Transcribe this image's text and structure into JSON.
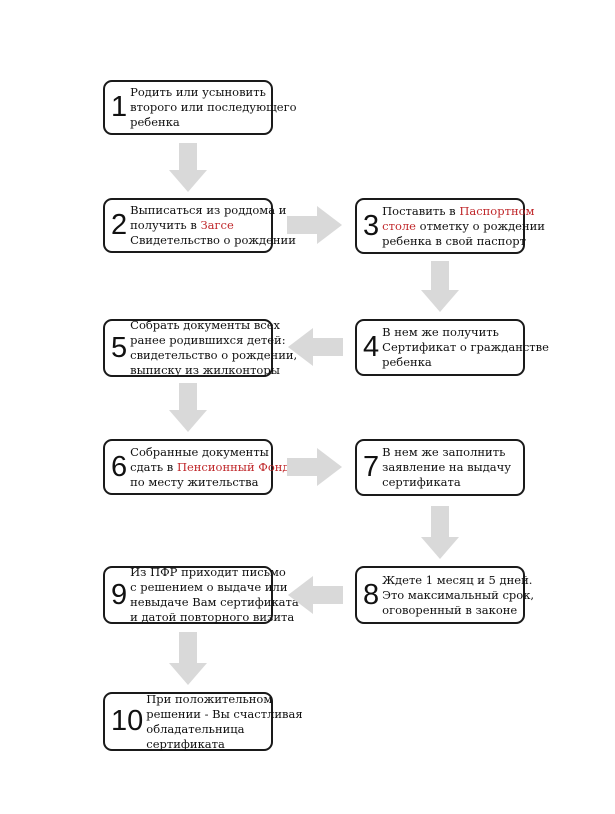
{
  "steps": [
    {
      "num": "1",
      "lines": [
        [
          {
            "t": "Родить или усыновить"
          }
        ],
        [
          {
            "t": "второго или последующего"
          }
        ],
        [
          {
            "t": "ребенка"
          }
        ]
      ]
    },
    {
      "num": "2",
      "lines": [
        [
          {
            "t": "Выписаться из роддома и"
          }
        ],
        [
          {
            "t": "получить в "
          },
          {
            "t": "Загсе",
            "hl": true
          }
        ],
        [
          {
            "t": "Свидетельство о рождении"
          }
        ]
      ]
    },
    {
      "num": "3",
      "lines": [
        [
          {
            "t": "Поставить в "
          },
          {
            "t": "Паспортном",
            "hl": true
          }
        ],
        [
          {
            "t": "столе",
            "hl": true
          },
          {
            "t": " отметку о рождении"
          }
        ],
        [
          {
            "t": "ребенка в свой паспорт"
          }
        ]
      ]
    },
    {
      "num": "4",
      "lines": [
        [
          {
            "t": "В нем же получить"
          }
        ],
        [
          {
            "t": "Сертификат о гражданстве"
          }
        ],
        [
          {
            "t": "ребенка"
          }
        ]
      ]
    },
    {
      "num": "5",
      "lines": [
        [
          {
            "t": "Собрать документы всех"
          }
        ],
        [
          {
            "t": "ранее родившихся детей:"
          }
        ],
        [
          {
            "t": "свидетельство о рождении,"
          }
        ],
        [
          {
            "t": "выписку из жилконторы"
          }
        ]
      ]
    },
    {
      "num": "6",
      "lines": [
        [
          {
            "t": "Собранные документы"
          }
        ],
        [
          {
            "t": "сдать в "
          },
          {
            "t": "Пенсионный Фонд",
            "hl": true
          }
        ],
        [
          {
            "t": "по месту жительства"
          }
        ]
      ]
    },
    {
      "num": "7",
      "lines": [
        [
          {
            "t": "В нем же заполнить"
          }
        ],
        [
          {
            "t": "заявление на выдачу"
          }
        ],
        [
          {
            "t": "сертификата"
          }
        ]
      ]
    },
    {
      "num": "8",
      "lines": [
        [
          {
            "t": "Ждете 1 месяц и 5 дней."
          }
        ],
        [
          {
            "t": "Это максимальный срок,"
          }
        ],
        [
          {
            "t": "оговоренный в законе"
          }
        ]
      ]
    },
    {
      "num": "9",
      "lines": [
        [
          {
            "t": "Из ПФР приходит письмо"
          }
        ],
        [
          {
            "t": "с решением о выдаче или"
          }
        ],
        [
          {
            "t": "невыдаче Вам сертификата"
          }
        ],
        [
          {
            "t": "и датой повторного визита"
          }
        ]
      ]
    },
    {
      "num": "10",
      "lines": [
        [
          {
            "t": "При положительном"
          }
        ],
        [
          {
            "t": "решении - Вы счастливая"
          }
        ],
        [
          {
            "t": "обладательница"
          }
        ],
        [
          {
            "t": "сертификата"
          }
        ]
      ]
    }
  ],
  "colors": {
    "arrow": "#d9d9d9",
    "highlight": "#c0282b",
    "border": "#1a1a1a"
  }
}
